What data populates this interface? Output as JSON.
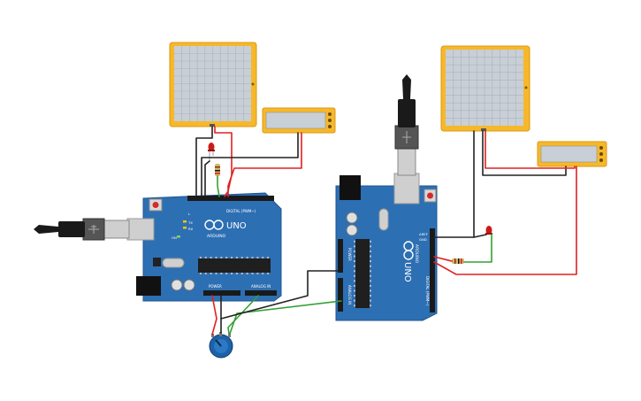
{
  "colors": {
    "board": "#2d6fb3",
    "board_dark": "#1f5590",
    "oscilloscope_frame": "#f6b82a",
    "screen": "#c9cfd6",
    "grid": "#aab2bb",
    "wire_red": "#e02020",
    "wire_black": "#222222",
    "wire_green": "#33a033",
    "led": "#cc1a1a",
    "pot_body": "#1d62a8"
  },
  "icons": {
    "usb_cable": "usb-plug-icon",
    "led": "led-icon",
    "resistor": "resistor-icon",
    "potentiometer": "potentiometer-knob-icon"
  },
  "left_board": {
    "brand": "ARDUINO",
    "model": "UNO",
    "digital_label": "DIGITAL (PWM~)",
    "power_label": "POWER",
    "analog_label": "ANALOG IN",
    "tx": "TX",
    "rx": "RX",
    "on": "ON",
    "l": "L"
  },
  "right_board": {
    "brand": "ARDUINO",
    "model": "UNO",
    "digital_label": "DIGITAL (PWM~)",
    "power_label": "POWER",
    "analog_label": "ANALOG IN",
    "aref": "AREF",
    "gnd": "GND"
  }
}
